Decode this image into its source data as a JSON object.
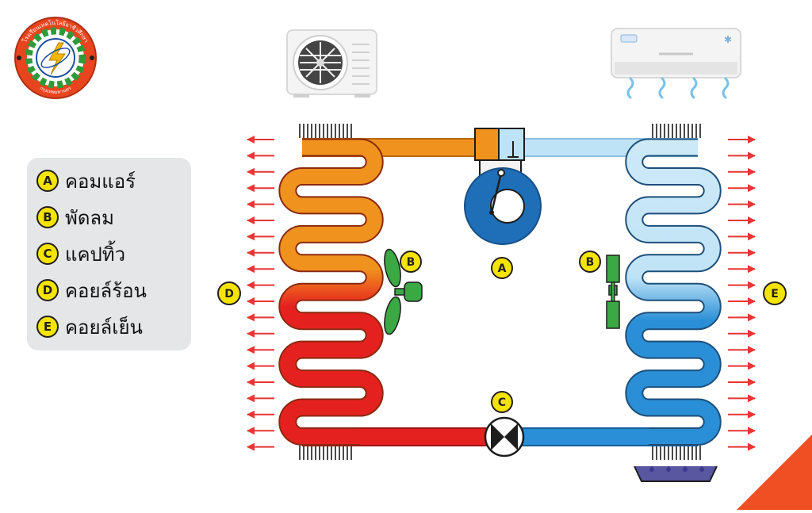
{
  "logo": {
    "top_text": "โรงเรียนเทคโนโลยีอาชีวศึกษา",
    "bottom_text": "กรุงเทพมหานคร",
    "colors": {
      "ring": "#e8451f",
      "inner": "#2d9b3a",
      "core": "#ffffff"
    }
  },
  "legend": [
    {
      "key": "A",
      "label": "คอมแอร์"
    },
    {
      "key": "B",
      "label": "พัดลม"
    },
    {
      "key": "C",
      "label": "แคปทิ้ว"
    },
    {
      "key": "D",
      "label": "คอยล์ร้อน"
    },
    {
      "key": "E",
      "label": "คอยล์เย็น"
    }
  ],
  "callouts": {
    "compressor": "A",
    "fan_left": "B",
    "fan_right": "B",
    "capillary": "C",
    "hot_coil": "D",
    "cold_coil": "E"
  },
  "icons": {
    "outdoor_unit": "condensing-unit-icon",
    "indoor_unit": "wall-air-conditioner-icon",
    "fan": "axial-fan-icon",
    "blower": "blower-fan-icon",
    "expansion_valve": "expansion-valve-icon",
    "drain_tray": "drain-tray-icon"
  },
  "colors": {
    "hot": "#f0921e",
    "hot_liquid": "#e5211f",
    "cold_vapor": "#bfe3f6",
    "cold_liquid": "#2a8fd6",
    "fan_green": "#3aa843",
    "compressor_blue": "#1f6eb8",
    "heat_arrow": "#e83535",
    "badge_yellow": "#f5e400",
    "accent_corner": "#f04e23"
  }
}
